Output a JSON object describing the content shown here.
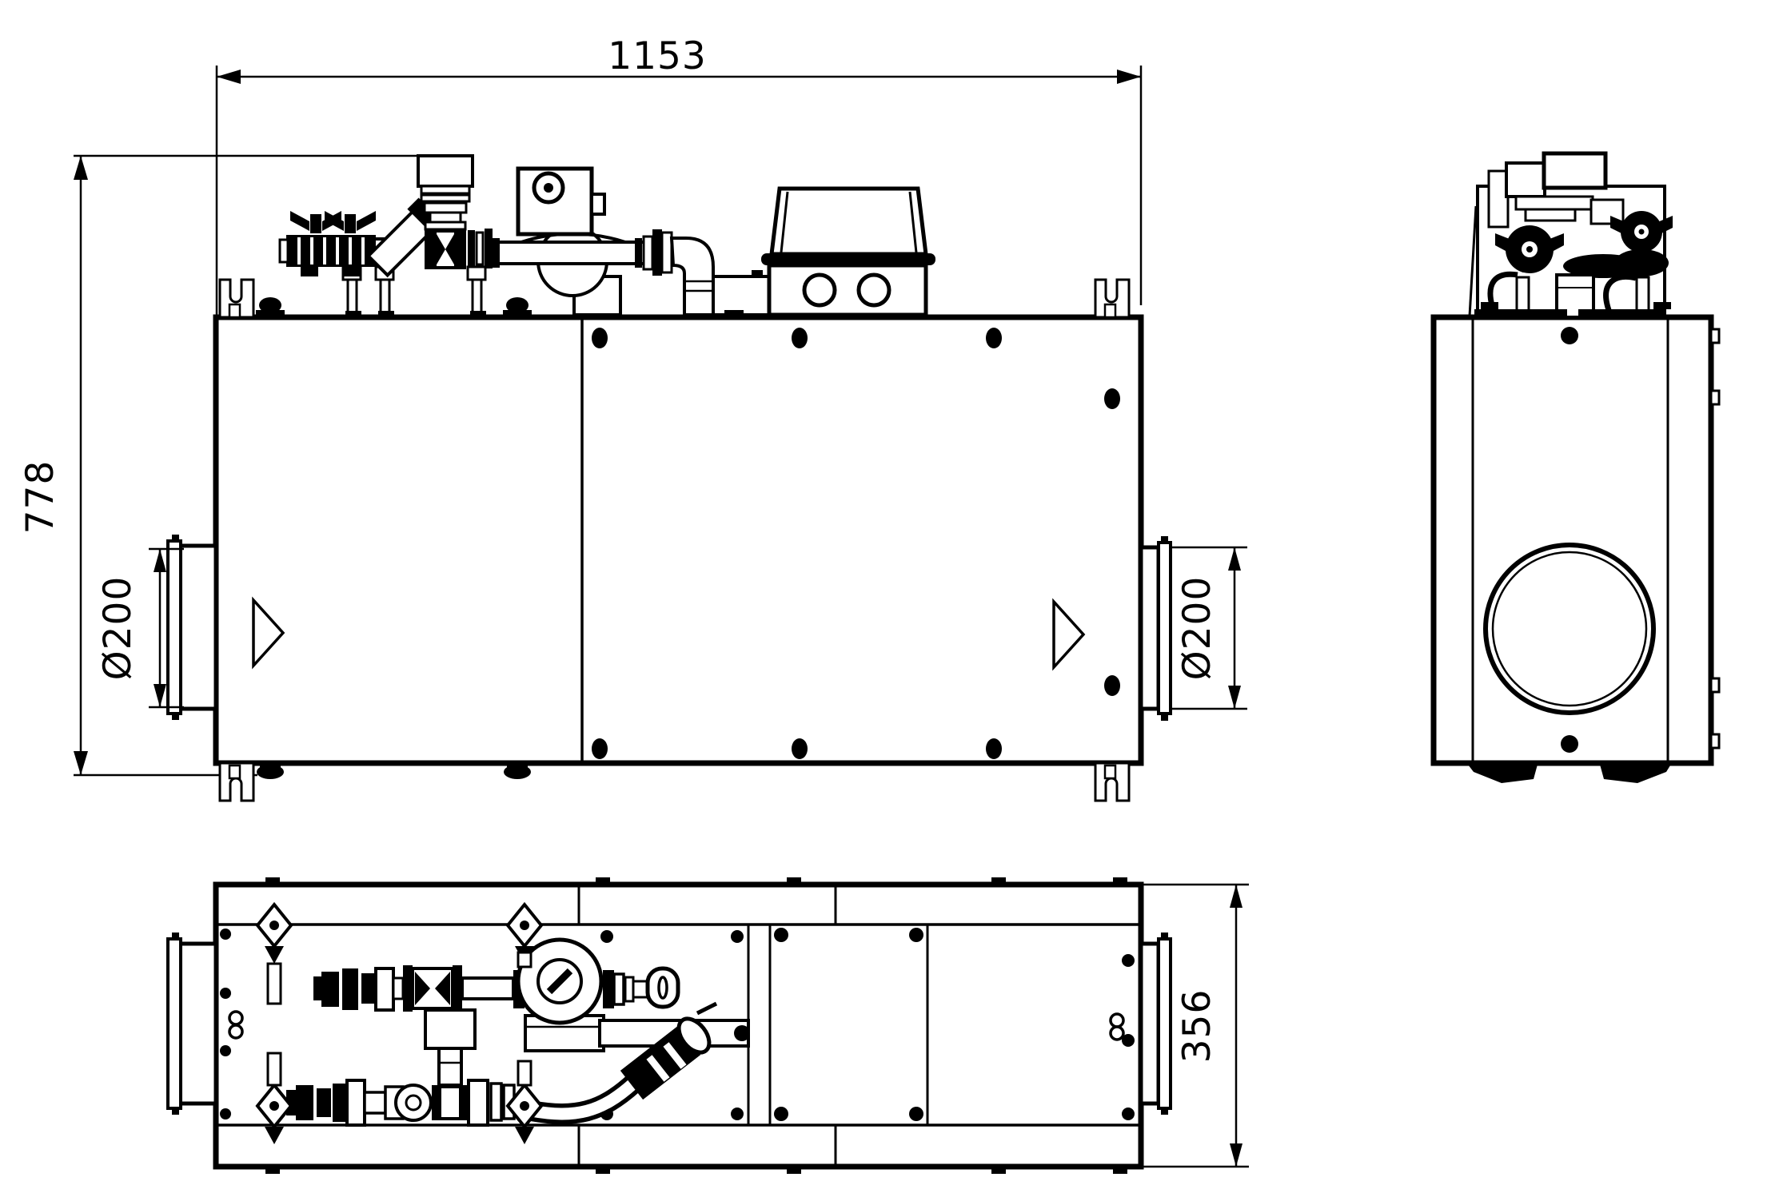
{
  "dimensions": {
    "overall_width": "1153",
    "overall_height": "778",
    "duct_left": "Ø200",
    "duct_right": "Ø200",
    "depth": "356"
  },
  "colors": {
    "line": "#000000",
    "background": "#ffffff"
  }
}
